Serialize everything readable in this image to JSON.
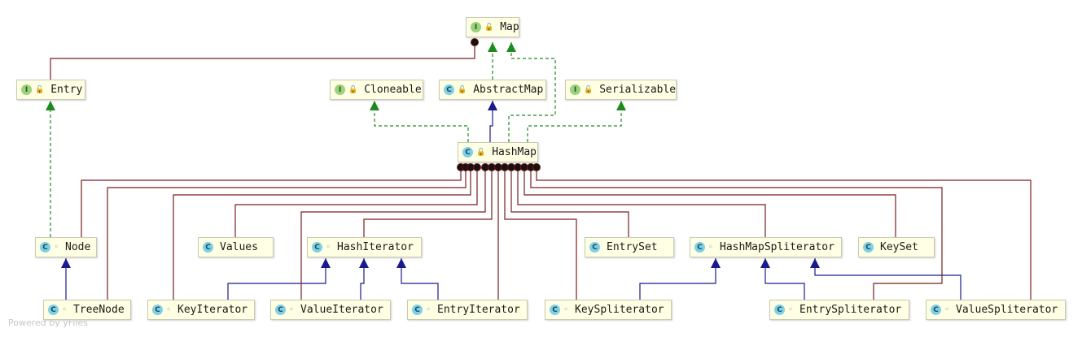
{
  "diagram": {
    "nodes": {
      "map": {
        "label": "Map",
        "kind": "interface",
        "vis": "public"
      },
      "entry": {
        "label": "Entry",
        "kind": "interface",
        "vis": "public"
      },
      "cloneable": {
        "label": "Cloneable",
        "kind": "interface",
        "vis": "public"
      },
      "abstractmap": {
        "label": "AbstractMap",
        "kind": "class",
        "vis": "public"
      },
      "serializable": {
        "label": "Serializable",
        "kind": "interface",
        "vis": "public"
      },
      "hashmap": {
        "label": "HashMap",
        "kind": "class",
        "vis": "public"
      },
      "node": {
        "label": "Node",
        "kind": "class",
        "vis": "package"
      },
      "values": {
        "label": "Values",
        "kind": "class",
        "vis": "none"
      },
      "hashiterator": {
        "label": "HashIterator",
        "kind": "class",
        "vis": "package"
      },
      "entryset": {
        "label": "EntrySet",
        "kind": "class",
        "vis": "none"
      },
      "hashmapspliterator": {
        "label": "HashMapSpliterator",
        "kind": "class",
        "vis": "package"
      },
      "keyset": {
        "label": "KeySet",
        "kind": "class",
        "vis": "none"
      },
      "treenode": {
        "label": "TreeNode",
        "kind": "class",
        "vis": "package"
      },
      "keyiterator": {
        "label": "KeyIterator",
        "kind": "class",
        "vis": "package"
      },
      "valueiterator": {
        "label": "ValueIterator",
        "kind": "class",
        "vis": "package"
      },
      "entryiterator": {
        "label": "EntryIterator",
        "kind": "class",
        "vis": "package"
      },
      "keyspliterator": {
        "label": "KeySpliterator",
        "kind": "class",
        "vis": "package"
      },
      "entryspliterator": {
        "label": "EntrySpliterator",
        "kind": "class",
        "vis": "package"
      },
      "valuespliterator": {
        "label": "ValueSpliterator",
        "kind": "class",
        "vis": "package"
      }
    },
    "edges": [
      {
        "from": "entry",
        "to": "map",
        "type": "inner"
      },
      {
        "from": "abstractmap",
        "to": "map",
        "type": "implements"
      },
      {
        "from": "hashmap",
        "to": "map",
        "type": "implements"
      },
      {
        "from": "hashmap",
        "to": "abstractmap",
        "type": "extends"
      },
      {
        "from": "hashmap",
        "to": "cloneable",
        "type": "implements"
      },
      {
        "from": "hashmap",
        "to": "serializable",
        "type": "implements"
      },
      {
        "from": "node",
        "to": "entry",
        "type": "implements"
      },
      {
        "from": "treenode",
        "to": "node",
        "type": "extends"
      },
      {
        "from": "keyiterator",
        "to": "hashiterator",
        "type": "extends"
      },
      {
        "from": "valueiterator",
        "to": "hashiterator",
        "type": "extends"
      },
      {
        "from": "entryiterator",
        "to": "hashiterator",
        "type": "extends"
      },
      {
        "from": "keyspliterator",
        "to": "hashmapspliterator",
        "type": "extends"
      },
      {
        "from": "entryspliterator",
        "to": "hashmapspliterator",
        "type": "extends"
      },
      {
        "from": "valuespliterator",
        "to": "hashmapspliterator",
        "type": "extends"
      },
      {
        "from": "node",
        "to": "hashmap",
        "type": "inner"
      },
      {
        "from": "treenode",
        "to": "hashmap",
        "type": "inner"
      },
      {
        "from": "keyiterator",
        "to": "hashmap",
        "type": "inner"
      },
      {
        "from": "values",
        "to": "hashmap",
        "type": "inner"
      },
      {
        "from": "valueiterator",
        "to": "hashmap",
        "type": "inner"
      },
      {
        "from": "hashiterator",
        "to": "hashmap",
        "type": "inner"
      },
      {
        "from": "entryiterator",
        "to": "hashmap",
        "type": "inner"
      },
      {
        "from": "keyspliterator",
        "to": "hashmap",
        "type": "inner"
      },
      {
        "from": "entryset",
        "to": "hashmap",
        "type": "inner"
      },
      {
        "from": "hashmapspliterator",
        "to": "hashmap",
        "type": "inner"
      },
      {
        "from": "keyset",
        "to": "hashmap",
        "type": "inner"
      },
      {
        "from": "entryspliterator",
        "to": "hashmap",
        "type": "inner"
      },
      {
        "from": "valuespliterator",
        "to": "hashmap",
        "type": "inner"
      }
    ]
  },
  "colors": {
    "implements": "#1e8a1e",
    "extends": "#1a1a8c",
    "inner": "#7a1e1e",
    "node_fill": "#ffffe4"
  },
  "footer": "Powered by yFiles"
}
